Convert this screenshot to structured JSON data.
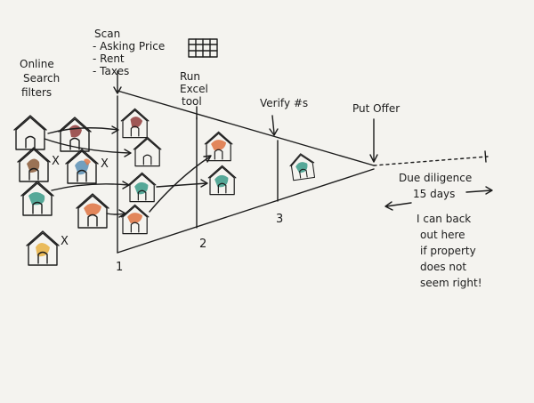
{
  "labels": {
    "online_1": "Online",
    "online_2": "Search",
    "online_3": "filters",
    "scan_1": "Scan",
    "scan_2": "- Asking Price",
    "scan_3": "- Rent",
    "scan_4": "- Taxes",
    "run_1": "Run",
    "run_2": "Excel",
    "run_3": "tool",
    "verify": "Verify #s",
    "put_offer": "Put Offer",
    "due_1": "Due diligence",
    "due_2": "15 days",
    "back_1": "I can back",
    "back_2": "out here",
    "back_3": "if property",
    "back_4": "does not",
    "back_5": "seem right!",
    "stage_1": "1",
    "stage_2": "2",
    "stage_3": "3"
  },
  "reject_mark": "X",
  "colors": {
    "ink": "#1c1c1c",
    "brown": "#8a5a3a",
    "maroon": "#8a2f2f",
    "blue": "#5b8fb5",
    "teal": "#3a9a88",
    "orange": "#e07a4a",
    "yellow": "#e9b54a",
    "paper": "#f4f3ef"
  },
  "icons": [
    "house-icon",
    "spreadsheet-grid-icon",
    "arrow-icon"
  ]
}
